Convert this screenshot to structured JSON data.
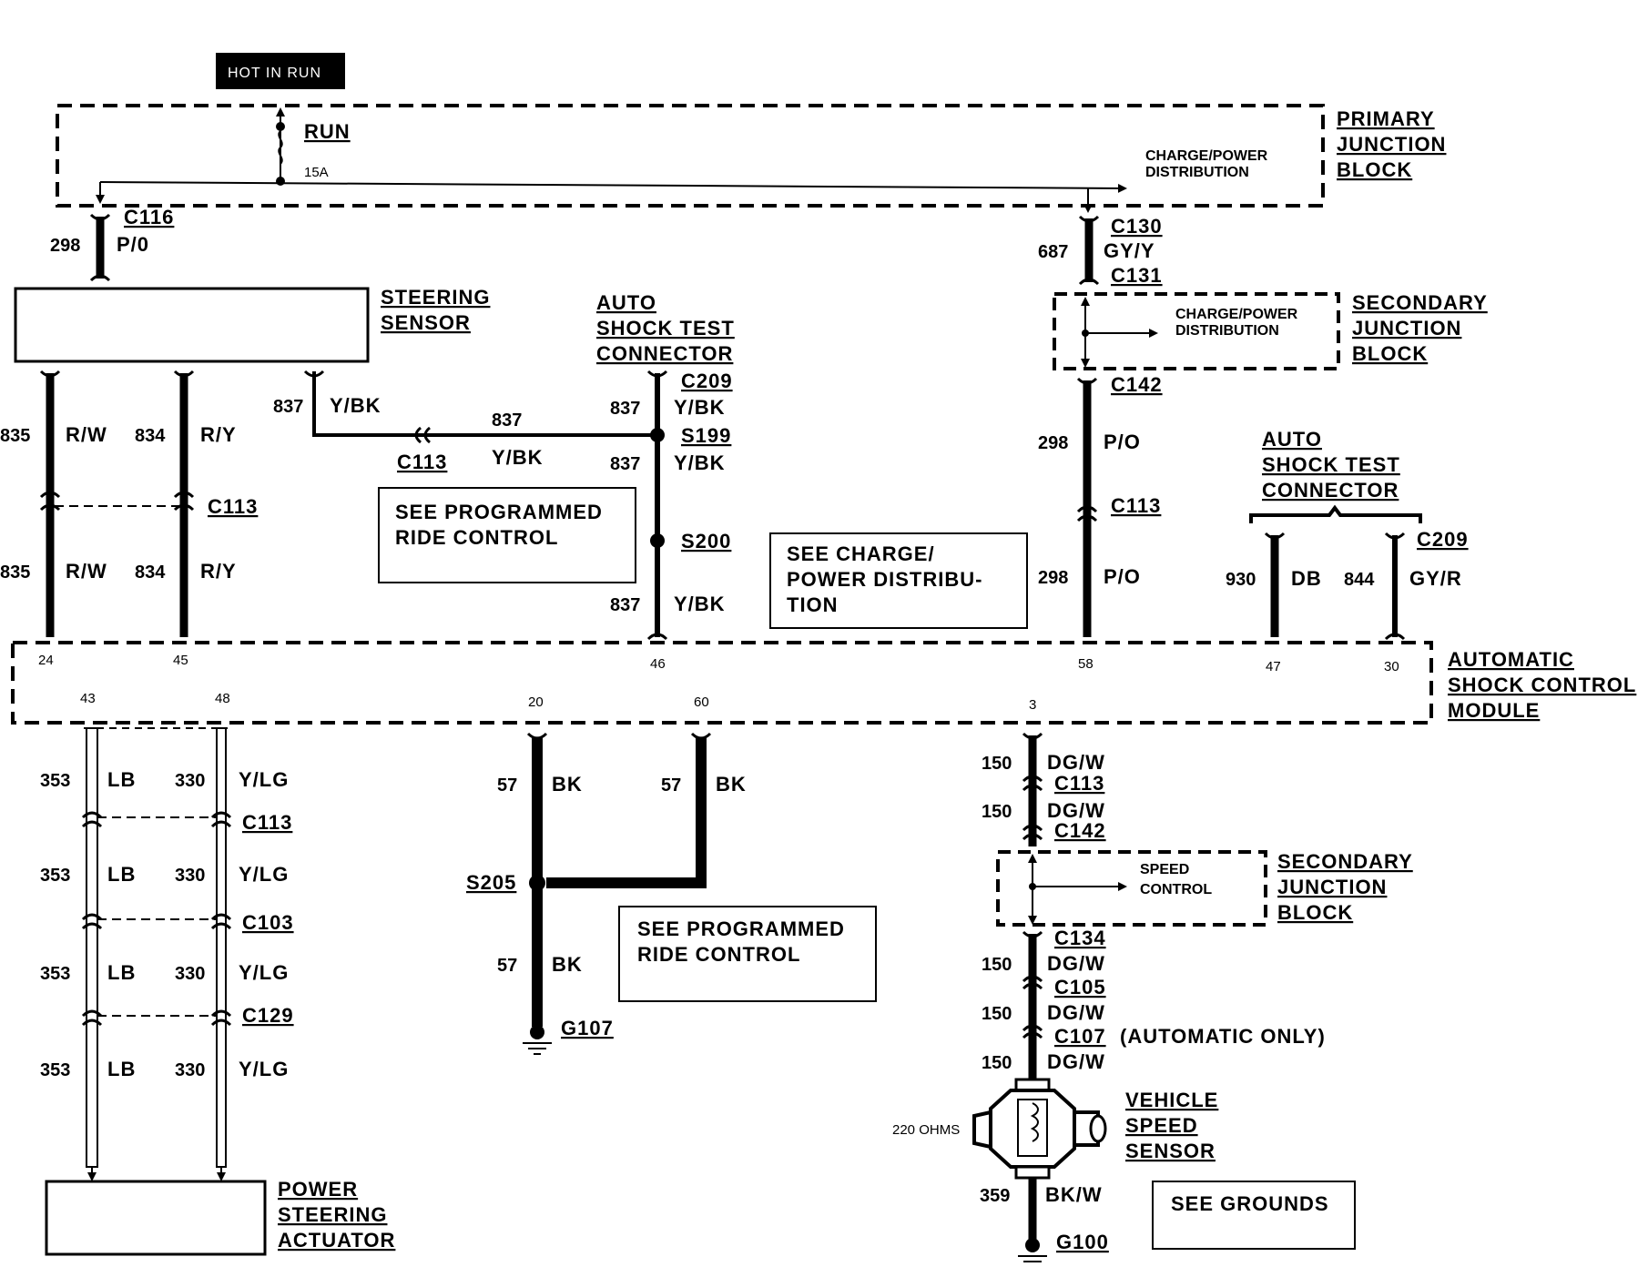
{
  "hot_in_run": "HOT IN RUN",
  "fuse": {
    "name": "RUN",
    "rating": "15A"
  },
  "primary_jb": {
    "lines": [
      "PRIMARY",
      "JUNCTION",
      "BLOCK"
    ],
    "inner": [
      "CHARGE/POWER",
      "DISTRIBUTION"
    ]
  },
  "secondary_jb_1": {
    "lines": [
      "SECONDARY",
      "JUNCTION",
      "BLOCK"
    ],
    "inner": [
      "CHARGE/POWER",
      "DISTRIBUTION"
    ]
  },
  "secondary_jb_2": {
    "lines": [
      "SECONDARY",
      "JUNCTION",
      "BLOCK"
    ],
    "inner": [
      "SPEED",
      "CONTROL"
    ]
  },
  "steering_sensor": [
    "STEERING",
    "SENSOR"
  ],
  "auto_shock_test_connector": [
    "AUTO",
    "SHOCK TEST",
    "CONNECTOR"
  ],
  "module": [
    "AUTOMATIC",
    "SHOCK CONTROL",
    "MODULE"
  ],
  "power_steering_actuator": [
    "POWER",
    "STEERING",
    "ACTUATOR"
  ],
  "vehicle_speed_sensor": [
    "VEHICLE",
    "SPEED",
    "SENSOR"
  ],
  "vss_resistance": "220 OHMS",
  "automatic_only": "(AUTOMATIC ONLY)",
  "notes": {
    "prog_ride_1": [
      "SEE PROGRAMMED",
      "RIDE CONTROL"
    ],
    "charge_power": [
      "SEE CHARGE/",
      "POWER DISTRIBU-",
      "TION"
    ],
    "prog_ride_2": [
      "SEE PROGRAMMED",
      "RIDE CONTROL"
    ],
    "grounds": "SEE GROUNDS"
  },
  "connectors": {
    "c116": "C116",
    "c130": "C130",
    "c131": "C131",
    "c142": "C142",
    "c113": "C113",
    "c209": "C209",
    "c103": "C103",
    "c129": "C129",
    "c134": "C134",
    "c105": "C105",
    "c107": "C107"
  },
  "splices": {
    "s199": "S199",
    "s200": "S200",
    "s205": "S205"
  },
  "grounds": {
    "g107": "G107",
    "g100": "G100"
  },
  "pins": {
    "p24": "24",
    "p45": "45",
    "p46": "46",
    "p58": "58",
    "p47": "47",
    "p30": "30",
    "p43": "43",
    "p48": "48",
    "p20": "20",
    "p60": "60",
    "p3": "3"
  },
  "wires": {
    "w298": "298",
    "w687": "687",
    "w835": "835",
    "w834": "834",
    "w837": "837",
    "w930": "930",
    "w844": "844",
    "w353": "353",
    "w330": "330",
    "w57": "57",
    "w150": "150",
    "w359": "359"
  },
  "colors": {
    "p0": "P/0",
    "po": "P/O",
    "gyy": "GY/Y",
    "rw": "R/W",
    "ry": "R/Y",
    "ybk": "Y/BK",
    "db": "DB",
    "gyr": "GY/R",
    "lb": "LB",
    "ylg": "Y/LG",
    "bk": "BK",
    "dgw": "DG/W",
    "bkw": "BK/W"
  }
}
